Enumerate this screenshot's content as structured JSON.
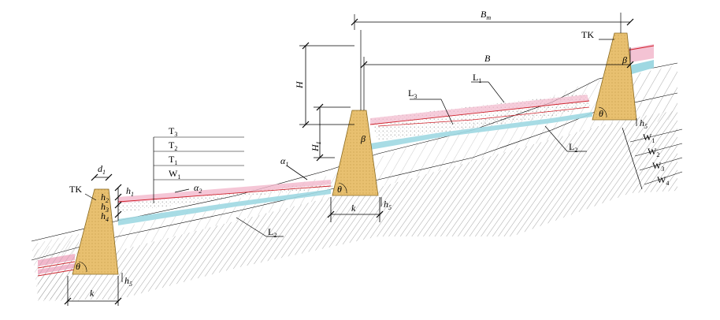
{
  "colors": {
    "terrace_fill": "#e8c070",
    "terrace_stroke": "#8a6a20",
    "layer_pink": "#f2b8cc",
    "layer_red": "#d0202a",
    "layer_blue": "#9fd8e2",
    "hatch": "#777777",
    "line": "#000000"
  },
  "labels": {
    "Bm": {
      "main": "B",
      "sub": "m"
    },
    "B": {
      "main": "B",
      "sub": ""
    },
    "H": {
      "main": "H",
      "sub": ""
    },
    "H1": {
      "main": "H",
      "sub": "1"
    },
    "L1": {
      "main": "L",
      "sub": "1"
    },
    "L2a": {
      "main": "L",
      "sub": "2"
    },
    "L2b": {
      "main": "L",
      "sub": "2"
    },
    "L3": {
      "main": "L",
      "sub": "3"
    },
    "TK_left": {
      "main": "TK",
      "sub": ""
    },
    "TK_right": {
      "main": "TK",
      "sub": ""
    },
    "d1": {
      "main": "d",
      "sub": "1"
    },
    "h1": {
      "main": "h",
      "sub": "1"
    },
    "h2": {
      "main": "h",
      "sub": "2"
    },
    "h3": {
      "main": "h",
      "sub": "3"
    },
    "h4": {
      "main": "h",
      "sub": "4"
    },
    "h5a": {
      "main": "h",
      "sub": "5"
    },
    "h5b": {
      "main": "h",
      "sub": "5"
    },
    "h5c": {
      "main": "h",
      "sub": "5"
    },
    "ka": {
      "main": "k",
      "sub": ""
    },
    "kb": {
      "main": "k",
      "sub": ""
    },
    "alpha1": {
      "main": "α",
      "sub": "1"
    },
    "alpha2": {
      "main": "α",
      "sub": "2"
    },
    "beta_mid": {
      "main": "β",
      "sub": ""
    },
    "beta_right": {
      "main": "β",
      "sub": ""
    },
    "theta_left": {
      "main": "θ",
      "sub": ""
    },
    "theta_mid": {
      "main": "θ",
      "sub": ""
    },
    "theta_right": {
      "main": "θ",
      "sub": ""
    }
  },
  "legend_left": [
    {
      "main": "T",
      "sub": "3"
    },
    {
      "main": "T",
      "sub": "2"
    },
    {
      "main": "T",
      "sub": "1"
    },
    {
      "main": "W",
      "sub": "1"
    }
  ],
  "legend_right": [
    {
      "main": "W",
      "sub": "1"
    },
    {
      "main": "W",
      "sub": "2"
    },
    {
      "main": "W",
      "sub": "3"
    },
    {
      "main": "W",
      "sub": "4"
    }
  ]
}
